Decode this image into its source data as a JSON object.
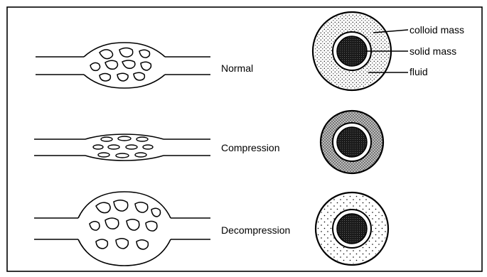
{
  "states": [
    {
      "label": "Normal"
    },
    {
      "label": "Compression"
    },
    {
      "label": "Decompression"
    }
  ],
  "callouts": {
    "colloid": "colloid mass",
    "solid": "solid mass",
    "fluid": "fluid"
  }
}
